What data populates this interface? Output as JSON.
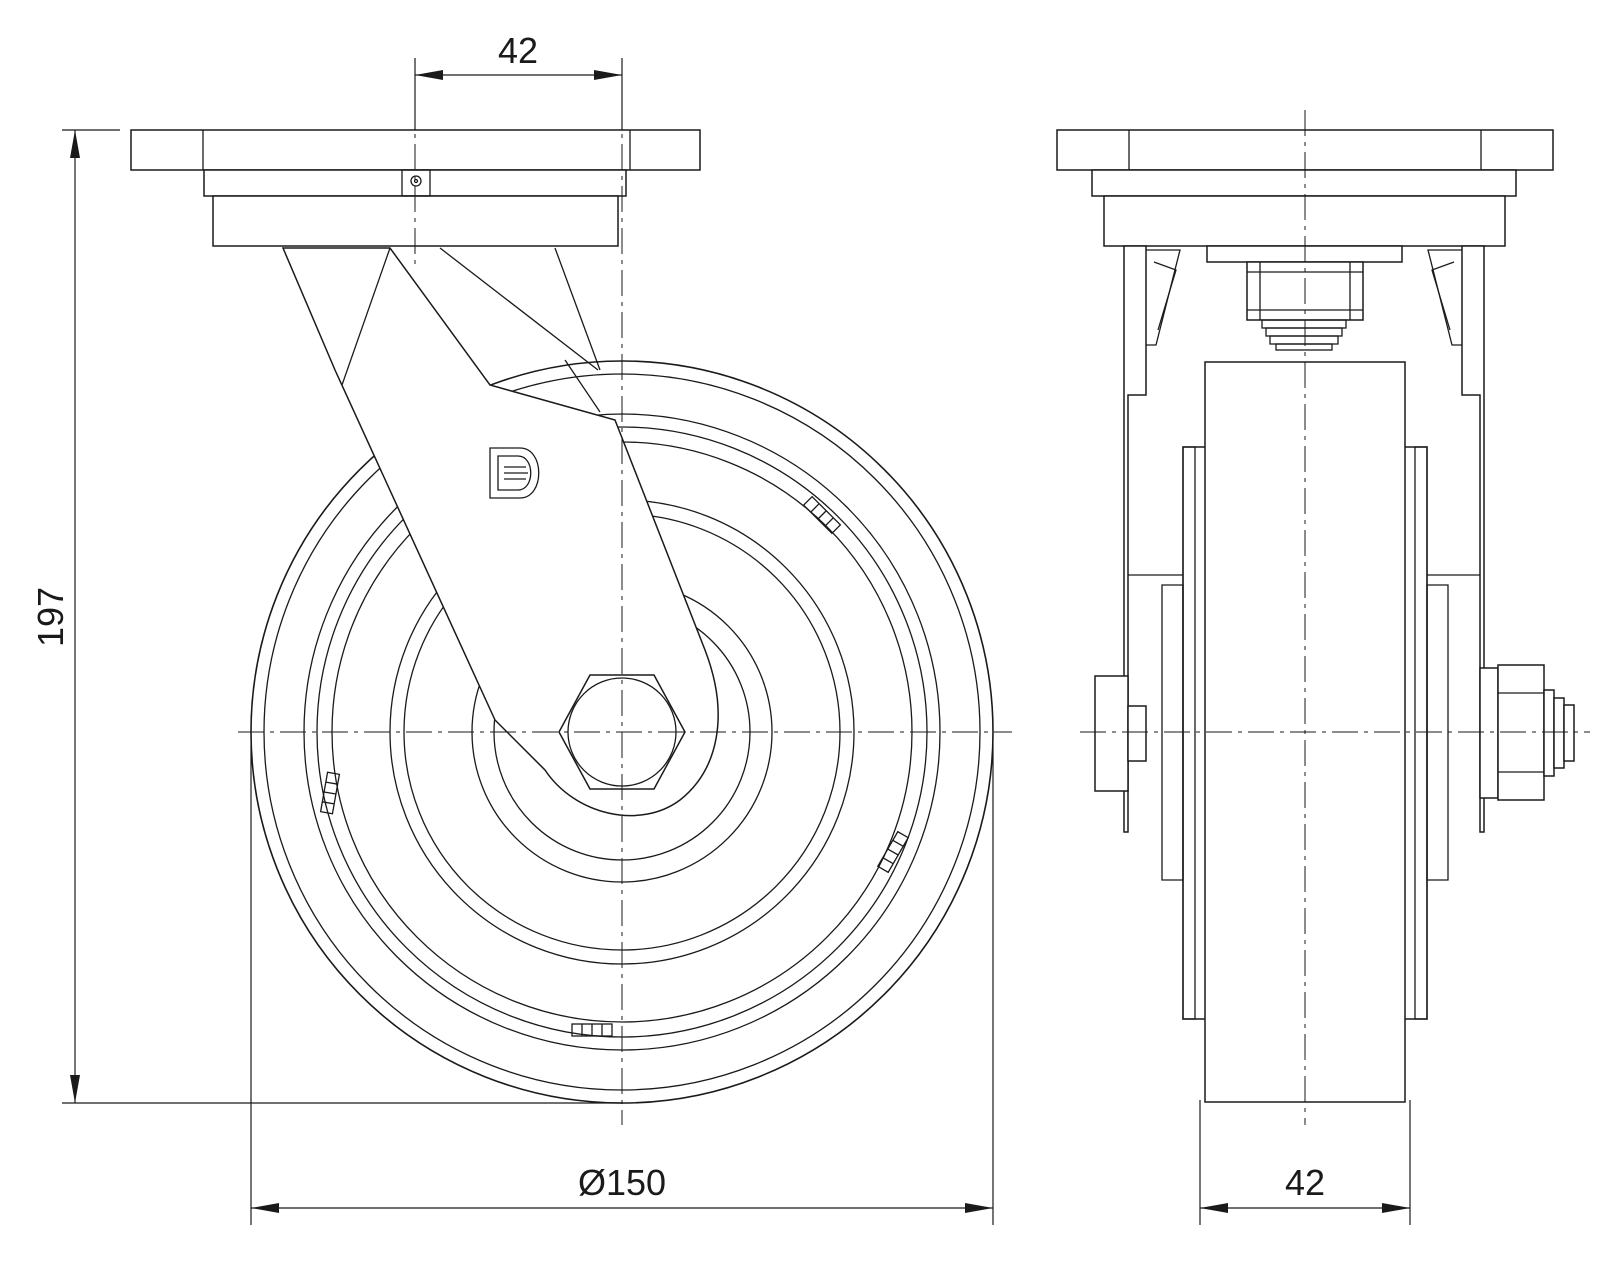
{
  "dimensions": {
    "top_width": "42",
    "height": "197",
    "wheel_diameter": "Ø150",
    "wheel_width": "42"
  },
  "colors": {
    "line": "#1a1a1a",
    "background": "#ffffff"
  },
  "icons": {
    "logo": "D-logo-icon"
  }
}
